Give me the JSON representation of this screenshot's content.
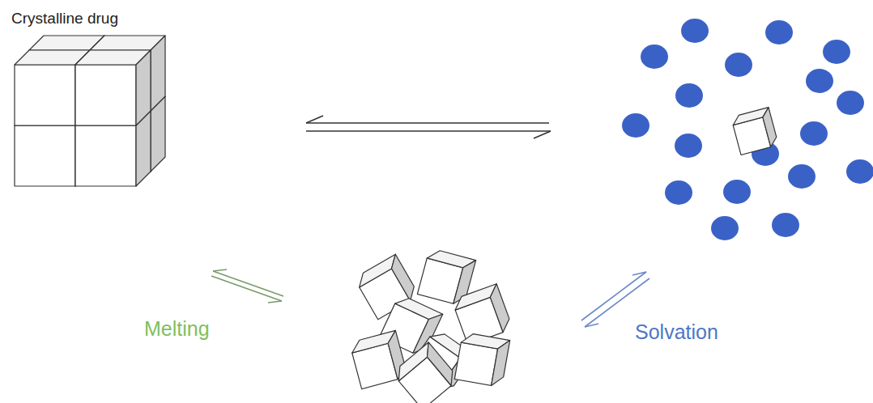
{
  "diagram": {
    "nodes": [
      {
        "text": [
          "Crystalline drug"
        ]
      }
    ],
    "labels": [
      "Melting",
      "Solvation"
    ]
  }
}
